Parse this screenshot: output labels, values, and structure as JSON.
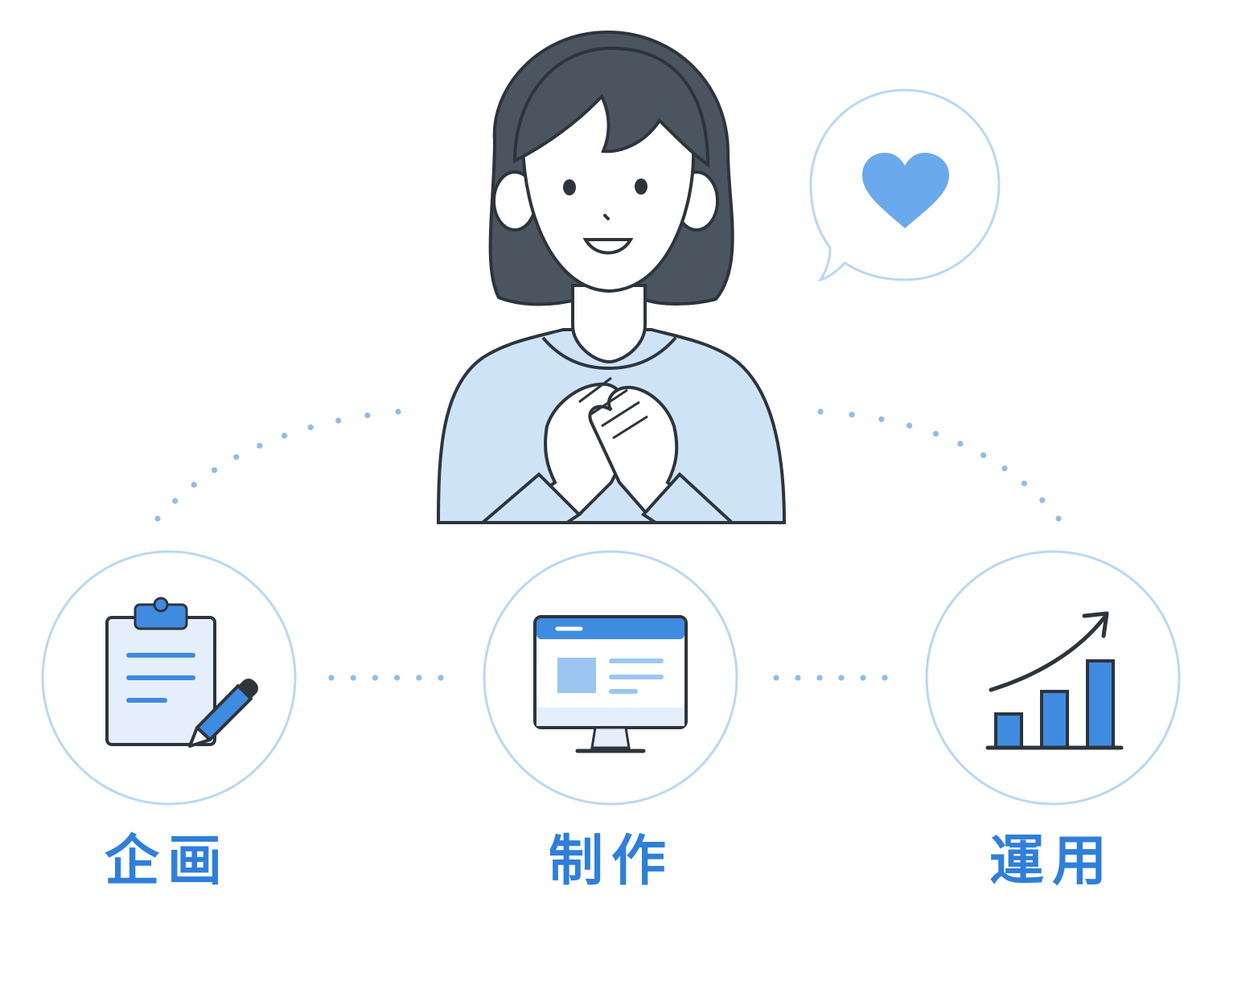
{
  "colors": {
    "accent": "#3f8be0",
    "label": "#2f7fda",
    "light_blue": "#cfe3f7",
    "panel_blue": "#e4effb",
    "circle_stroke": "#b9d7f5",
    "dot": "#8dbcef",
    "outline": "#2d343c",
    "hair": "#4b5560",
    "skin": "#ffffff",
    "heart": "#6aa9ec"
  },
  "icons": {
    "person": "woman-hands-on-heart-icon",
    "speech": "heart-speech-bubble-icon",
    "steps": [
      "clipboard-pencil-icon",
      "monitor-webpage-icon",
      "growth-bar-chart-icon"
    ]
  },
  "steps": [
    {
      "label": "企画"
    },
    {
      "label": "制作"
    },
    {
      "label": "運用"
    }
  ]
}
